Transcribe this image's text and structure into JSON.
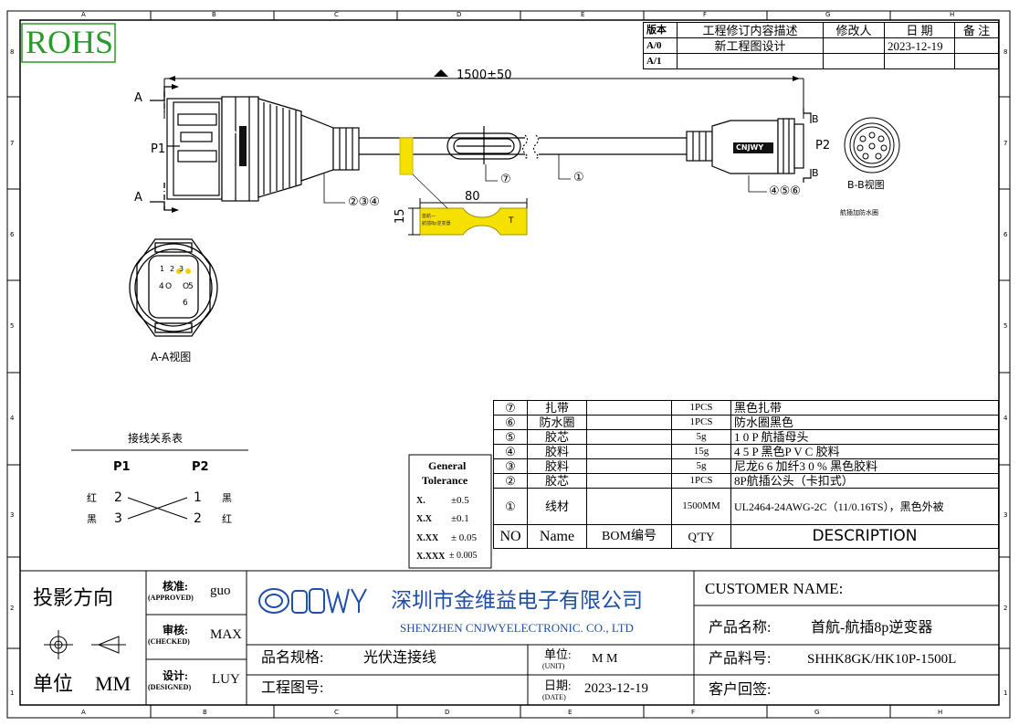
{
  "frame": {
    "cols": [
      "A",
      "B",
      "C",
      "D",
      "E",
      "F",
      "G",
      "H"
    ],
    "rows": [
      "8",
      "7",
      "6",
      "5",
      "4",
      "3",
      "2",
      "1"
    ]
  },
  "rohs": "ROHS",
  "revision": {
    "headers": [
      "版本",
      "工程修订内容描述",
      "修改人",
      "日 期",
      "备 注"
    ],
    "rows": [
      [
        "A/0",
        "新工程图设计",
        "",
        "2023-12-19",
        ""
      ],
      [
        "A/1",
        "",
        "",
        "",
        ""
      ]
    ]
  },
  "drawing": {
    "length": "1500±50",
    "label_a_top": "A",
    "label_a_bottom": "A",
    "label_p1": "P1",
    "label_p2": "P2",
    "label_b_top": "B",
    "label_b_bottom": "B",
    "brand_mark": "CNJWY",
    "callout_234": "②③④",
    "callout_7": "⑦",
    "callout_1": "①",
    "callout_456": "④⑤⑥",
    "label_width": "80",
    "label_height": "15",
    "label_text_line1": "首航—",
    "label_text_line2": "航插8p逆变器",
    "label_t": "T",
    "bb_view": "B-B视图",
    "bb_caption": "航插加防水圈",
    "aa_view": "A-A视图",
    "aa_pins": [
      "1",
      "2",
      "3",
      "4",
      "5",
      "6"
    ],
    "aa_pin_o": "O"
  },
  "wiring": {
    "title": "接线关系表",
    "head_p1": "P1",
    "head_p2": "P2",
    "rows": [
      {
        "left_color": "红",
        "left_pin": "2",
        "right_pin": "1",
        "right_color": "黑"
      },
      {
        "left_color": "黑",
        "left_pin": "3",
        "right_pin": "2",
        "right_color": "红"
      }
    ]
  },
  "tolerance": {
    "title1": "General",
    "title2": "Tolerance",
    "rows": [
      {
        "k": "X.",
        "v": "±0.5"
      },
      {
        "k": "X.X",
        "v": "±0.1"
      },
      {
        "k": "X.XX",
        "v": "± 0.05"
      },
      {
        "k": "X.XXX",
        "v": "± 0.005"
      }
    ]
  },
  "bom": {
    "rows": [
      {
        "no": "⑦",
        "name": "扎带",
        "bom": "",
        "qty": "1PCS",
        "desc": "黑色扎带"
      },
      {
        "no": "⑥",
        "name": "防水圈",
        "bom": "",
        "qty": "1PCS",
        "desc": "防水圈黑色"
      },
      {
        "no": "⑤",
        "name": "胶芯",
        "bom": "",
        "qty": "5g",
        "desc": "1 0 P 航插母头"
      },
      {
        "no": "④",
        "name": "胶料",
        "bom": "",
        "qty": "15g",
        "desc": "4 5 P 黑色P V C 胶料"
      },
      {
        "no": "③",
        "name": "胶料",
        "bom": "",
        "qty": "5g",
        "desc": "尼龙6 6 加纤3 0 % 黑色胶料"
      },
      {
        "no": "②",
        "name": "胶芯",
        "bom": "",
        "qty": "1PCS",
        "desc": "8P航插公头（卡扣式）"
      },
      {
        "no": "①",
        "name": "线材",
        "bom": "",
        "qty": "1500MM",
        "desc": "UL2464-24AWG-2C（11/0.16TS），黑色外被"
      }
    ],
    "header": {
      "no": "NO",
      "name": "Name",
      "bom": "BOM编号",
      "qty": "Q'TY",
      "desc": "DESCRIPTION"
    }
  },
  "title_block": {
    "projection": "投影方向",
    "unit_label": "单位",
    "unit_value": "MM",
    "approved_cn": "核准:",
    "approved_en": "(APPROVED)",
    "approved_by": "guo",
    "checked_cn": "审核:",
    "checked_en": "(CHECKED)",
    "checked_by": "MAX",
    "designed_cn": "设计:",
    "designed_en": "(DESIGNED)",
    "designed_by": "LUY",
    "company_logo": "CNJWY",
    "company_cn": "深圳市金维益电子有限公司",
    "company_en": "SHENZHEN CNJWYELECTRONIC. CO., LTD",
    "spec_label": "品名规格:",
    "spec_value": "光伏连接线",
    "unit2_cn": "单位:",
    "unit2_en": "(UNIT)",
    "unit2_value": "M M",
    "drawing_no_label": "工程图号:",
    "date_cn": "日期:",
    "date_en": "(DATE)",
    "date_value": "2023-12-19",
    "customer_label": "CUSTOMER NAME:",
    "product_name_label": "产品名称:",
    "product_name_value": "首航-航插8p逆变器",
    "product_no_label": "产品料号:",
    "product_no_value": "SHHK8GK/HK10P-1500L",
    "reply_label": "客户回签:"
  }
}
